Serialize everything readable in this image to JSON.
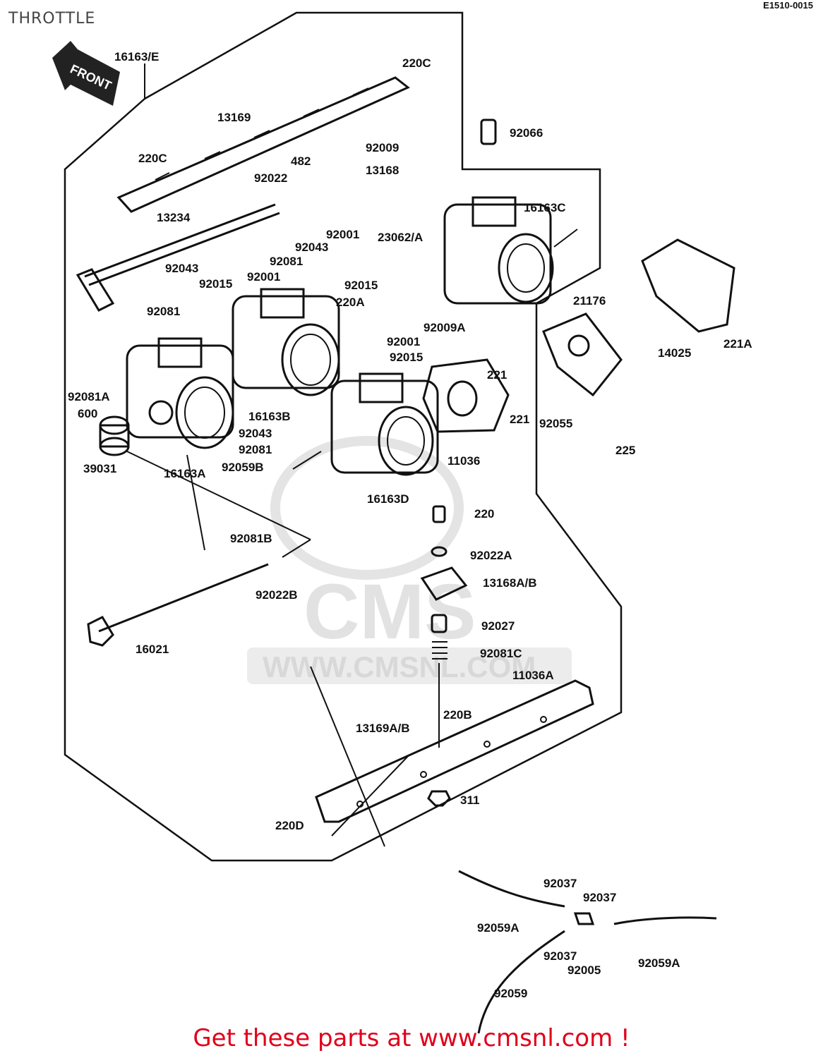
{
  "header": {
    "title": "THROTTLE",
    "diagram_code": "E1510-0015"
  },
  "front_arrow_label": "FRONT",
  "watermark": {
    "logo": "CMS",
    "url": "WWW.CMSNL.COM"
  },
  "footer": {
    "link_text": "Get these parts at www.cmsnl.com !",
    "link_color": "#e0001b"
  },
  "part_labels": [
    "16163/E",
    "220C",
    "13169",
    "220C",
    "92009",
    "92066",
    "482",
    "92022",
    "13168",
    "13234",
    "16163C",
    "92001",
    "23062/A",
    "92043",
    "92081",
    "92043",
    "92001",
    "92015",
    "92015",
    "220A",
    "92081",
    "92009A",
    "92001",
    "92015",
    "21176",
    "14025",
    "221A",
    "221",
    "221",
    "92055",
    "225",
    "92081A",
    "600",
    "16163B",
    "92043",
    "92081",
    "92059B",
    "39031",
    "16163A",
    "11036",
    "16163D",
    "220",
    "92081B",
    "92022A",
    "92022B",
    "13168A/B",
    "92027",
    "16021",
    "92081C",
    "11036A",
    "220B",
    "13169A/B",
    "311",
    "220D",
    "92037",
    "92037",
    "92059A",
    "92037",
    "92005",
    "92059A",
    "92059"
  ]
}
